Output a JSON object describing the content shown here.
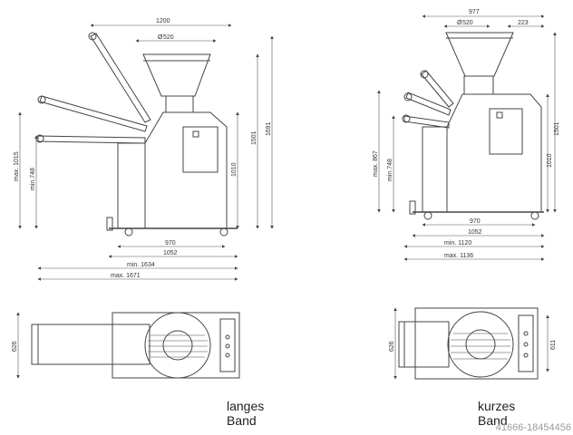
{
  "left_view": {
    "dims": {
      "width_top": "1200",
      "hopper_diameter": "520",
      "total_height": "1691",
      "height_mid": "1501",
      "height_body": "1010",
      "max_belt_height": "max. 1015",
      "min_belt_height": "min.748",
      "base_width": "970",
      "base_total": "1052",
      "min_length": "min. 1634",
      "max_length": "max. 1671"
    },
    "plan_dims": {
      "width": "626"
    },
    "caption_line1": "langes",
    "caption_line2": "Band"
  },
  "right_view": {
    "dims": {
      "width_top": "977",
      "hopper_diameter": "520",
      "hopper_offset": "223",
      "height_mid": "1501",
      "height_body": "1010",
      "max_belt_height": "max. 867",
      "min_belt_height": "min.748",
      "base_width": "970",
      "base_total": "1052",
      "min_length": "min. 1120",
      "max_length": "max. 1136"
    },
    "plan_dims": {
      "width_outer": "626",
      "width_inner": "611"
    },
    "caption_line1": "kurzes",
    "caption_line2": "Band"
  },
  "watermark": "41666-18454456"
}
